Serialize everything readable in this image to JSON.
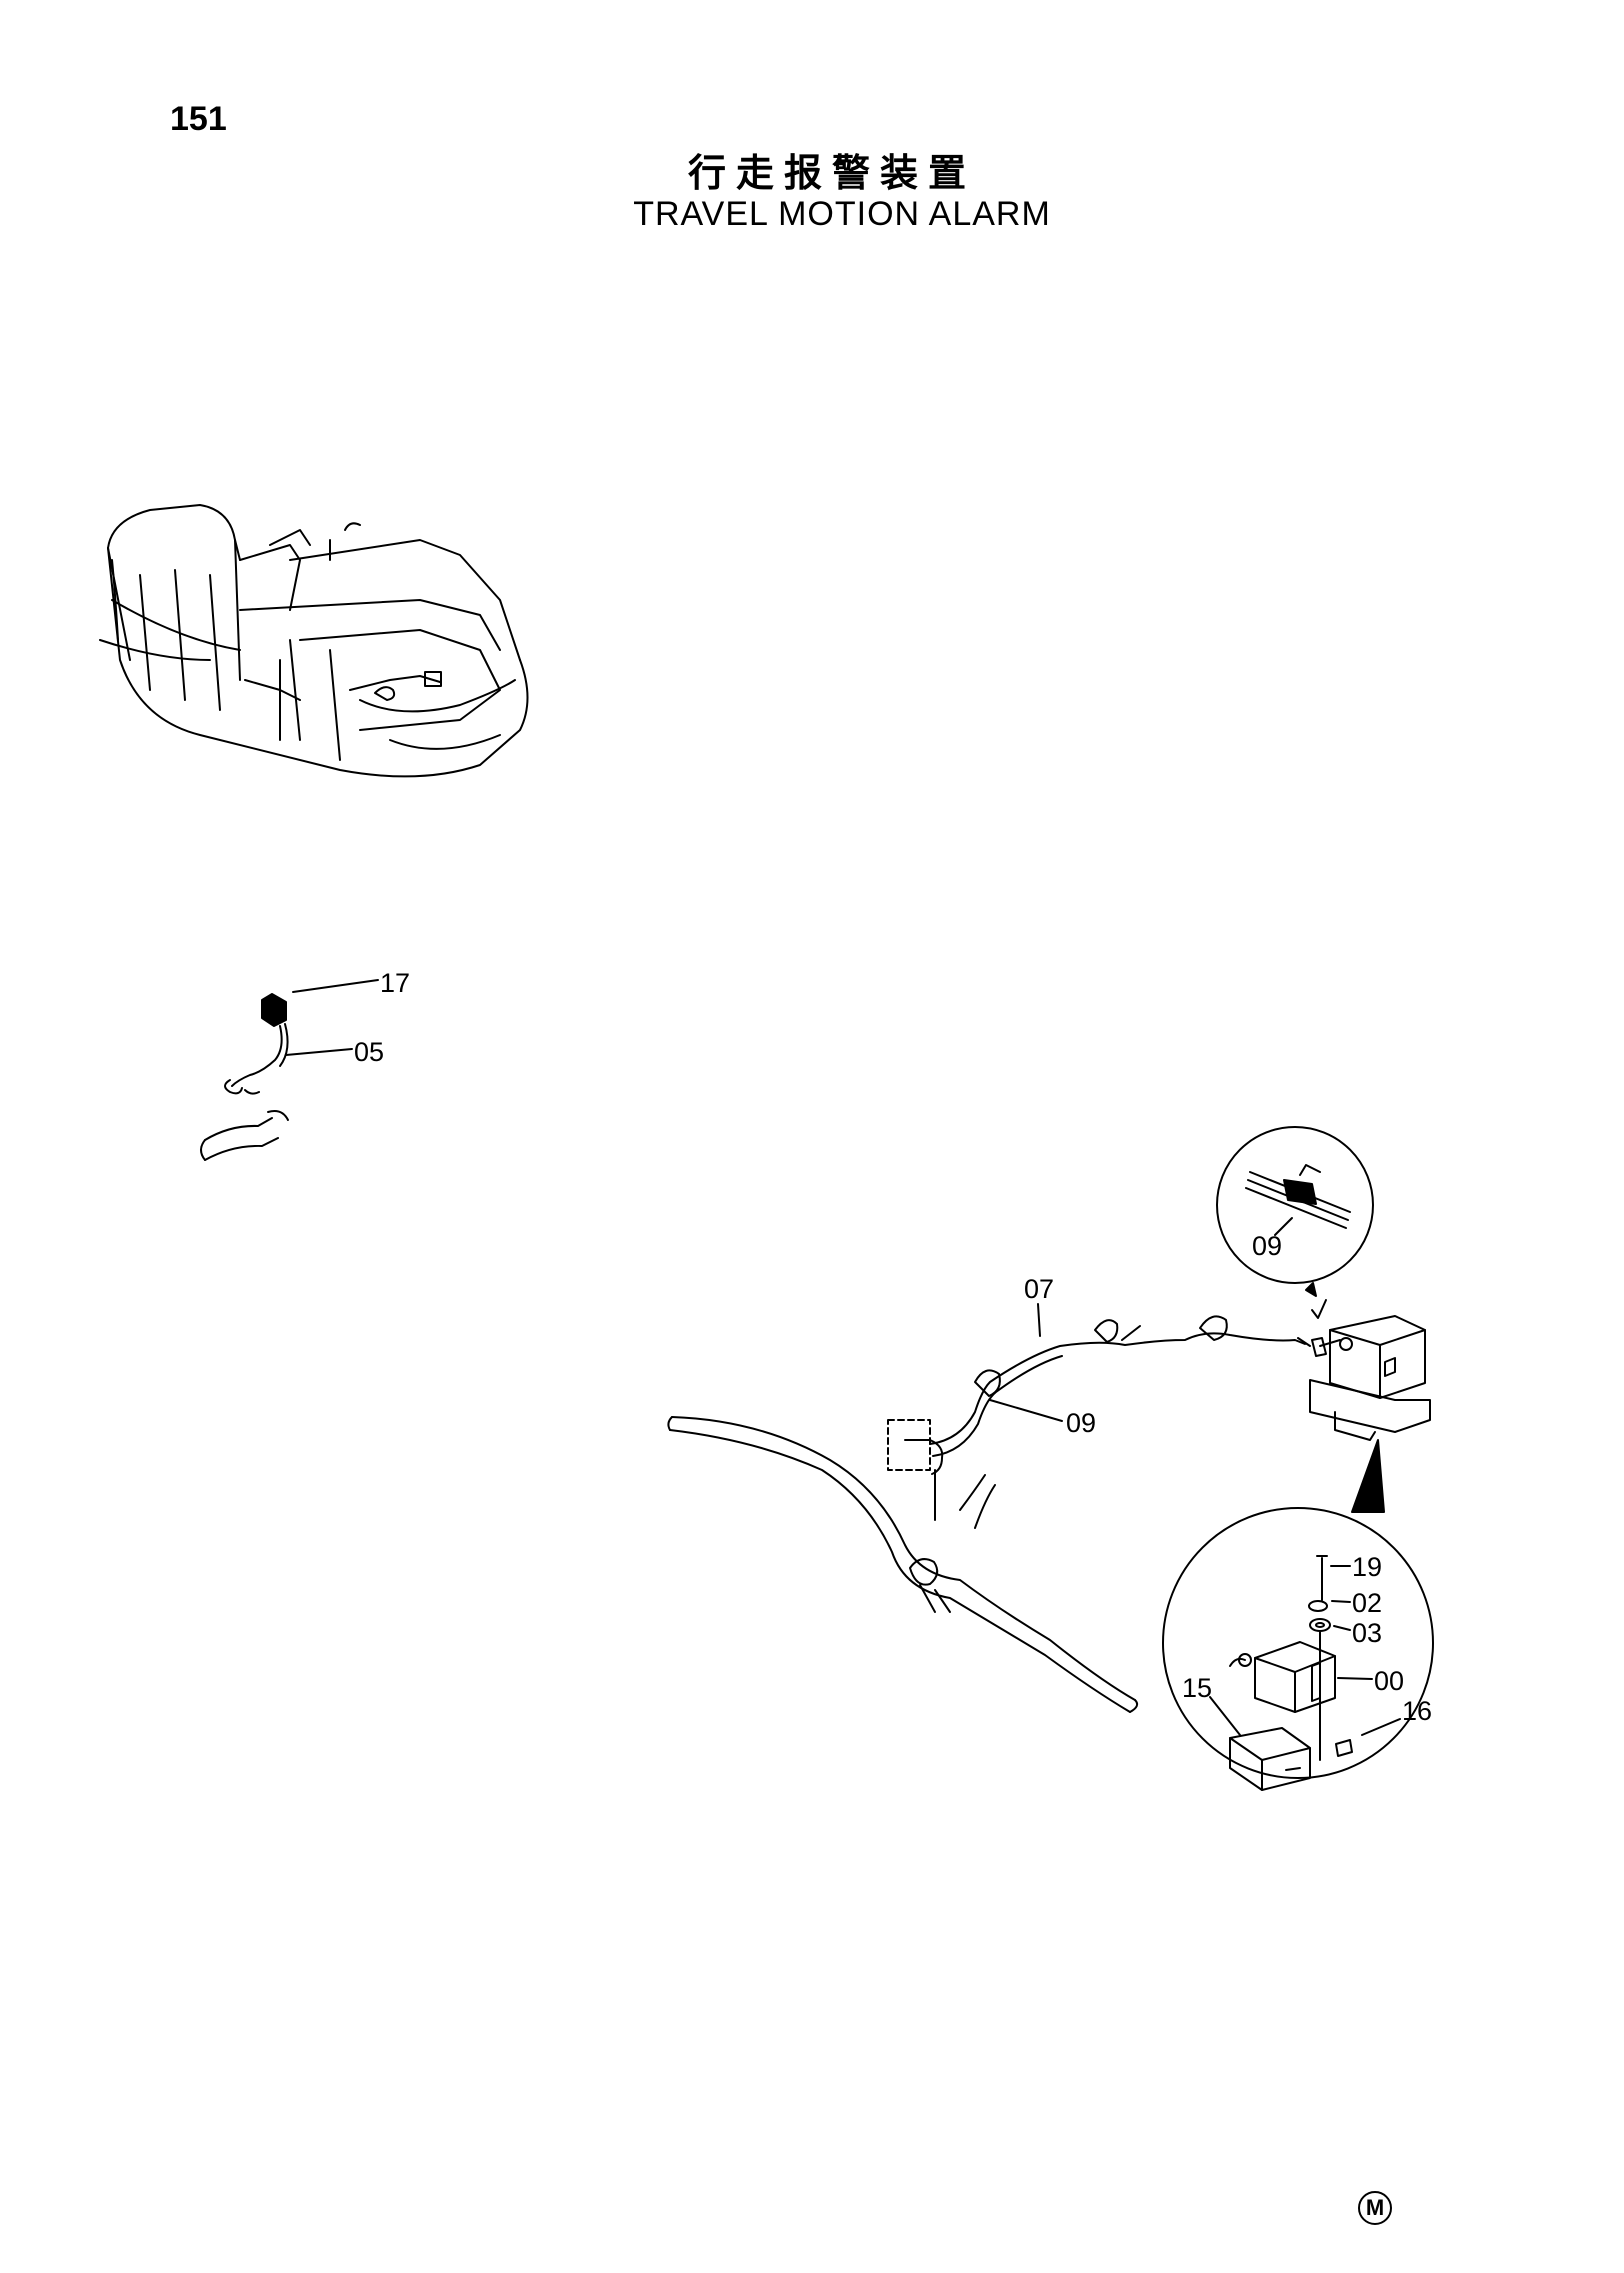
{
  "page_number": "151",
  "title_cn": "行走报警装置",
  "title_en": "TRAVEL MOTION ALARM",
  "callouts": {
    "c17": "17",
    "c05": "05",
    "c07": "07",
    "c09_wire": "09",
    "c09_detail": "09",
    "c19": "19",
    "c02": "02",
    "c03": "03",
    "c00": "00",
    "c15": "15",
    "c16": "16"
  },
  "corner_mark": "M"
}
